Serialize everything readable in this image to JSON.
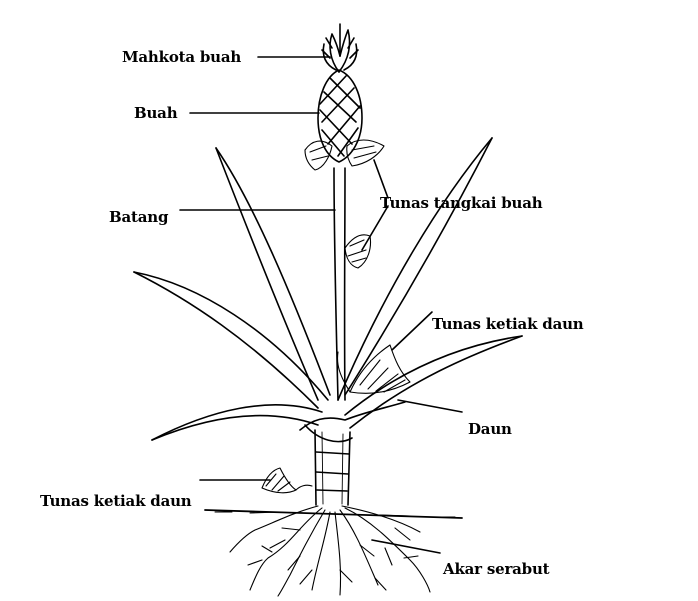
{
  "labels": {
    "mahkota_buah": "Mahkota buah",
    "buah": "Buah",
    "batang": "Batang",
    "tunas_tangkai_buah": "Tunas tangkai buah",
    "tunas_ketiak_daun_atas": "Tunas ketiak daun",
    "daun": "Daun",
    "tunas_ketiak_daun_bawah": "Tunas ketiak daun",
    "akar_serabut": "Akar serabut"
  },
  "colors": {
    "ink": "#000000",
    "paper": "#ffffff"
  }
}
